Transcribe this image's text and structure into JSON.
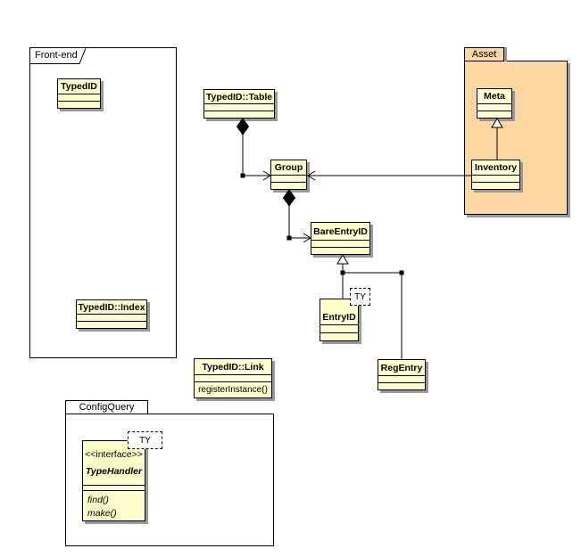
{
  "diagram_title": "UML class diagram",
  "colors": {
    "class_fill": "#ffffcc",
    "asset_package_fill": "#fcd7a1",
    "shadow": "#999999",
    "border": "#000000",
    "background": "#ffffff"
  },
  "packages": {
    "front_end": {
      "label": "Front-end"
    },
    "asset": {
      "label": "Asset"
    },
    "config_query": {
      "label": "ConfigQuery"
    }
  },
  "classes": {
    "typedid": {
      "name": "TypedID"
    },
    "typedid_table": {
      "name": "TypedID::Table"
    },
    "typedid_index": {
      "name": "TypedID::Index"
    },
    "typedid_link": {
      "name": "TypedID::Link",
      "operations": [
        "registerInstance()"
      ]
    },
    "group": {
      "name": "Group"
    },
    "bare_entry_id": {
      "name": "BareEntryID"
    },
    "entry_id": {
      "name": "EntryID",
      "template_param": "TY"
    },
    "reg_entry": {
      "name": "RegEntry"
    },
    "meta": {
      "name": "Meta"
    },
    "inventory": {
      "name": "Inventory"
    },
    "type_handler": {
      "name": "TypeHandler",
      "stereotype": "<<interface>>",
      "template_param": "TY",
      "operations": [
        "find()",
        "make()"
      ]
    }
  },
  "relations": [
    {
      "type": "composition",
      "from": "TypedID::Table",
      "to": "Group"
    },
    {
      "type": "composition",
      "from": "Group",
      "to": "BareEntryID"
    },
    {
      "type": "association",
      "from": "Inventory",
      "to": "Group"
    },
    {
      "type": "generalization",
      "from": "Inventory",
      "to": "Meta"
    },
    {
      "type": "generalization",
      "from": "EntryID",
      "to": "BareEntryID"
    },
    {
      "type": "generalization",
      "from": "RegEntry",
      "to": "BareEntryID"
    }
  ]
}
